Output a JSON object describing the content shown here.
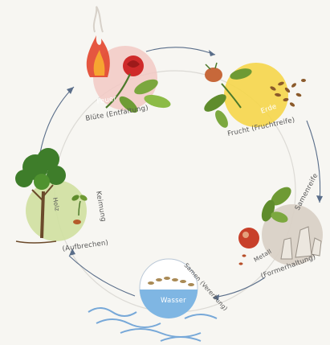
{
  "diagram": {
    "stages": [
      {
        "id": "feuer",
        "element": "Feuer",
        "caption": "Blüte (Entfaltung)",
        "colors": {
          "disc": "#f2c9c4",
          "accent": "#d8432e"
        }
      },
      {
        "id": "erde",
        "element": "Erde",
        "caption": "Frucht (Fruchtreife)",
        "colors": {
          "disc": "#f5d64a",
          "accent": "#c9a200"
        }
      },
      {
        "id": "metall",
        "element": "Metall",
        "caption": "Samenreife",
        "caption2": "(Formerhaltung)",
        "colors": {
          "disc": "#d9d1c6",
          "accent": "#9a9288"
        }
      },
      {
        "id": "wasser",
        "element": "Wasser",
        "caption": "Samen (Vererbung)",
        "colors": {
          "disc": "#7fb6e3",
          "accent": "#3f7fbf"
        }
      },
      {
        "id": "holz",
        "element": "Holz",
        "caption": "Keimung",
        "caption2": "(Aufbrechen)",
        "colors": {
          "disc": "#cfe0a0",
          "accent": "#4f8a2e"
        }
      }
    ],
    "ring_color": "#d5d3ce",
    "arrow_color": "#5a6e8a"
  }
}
